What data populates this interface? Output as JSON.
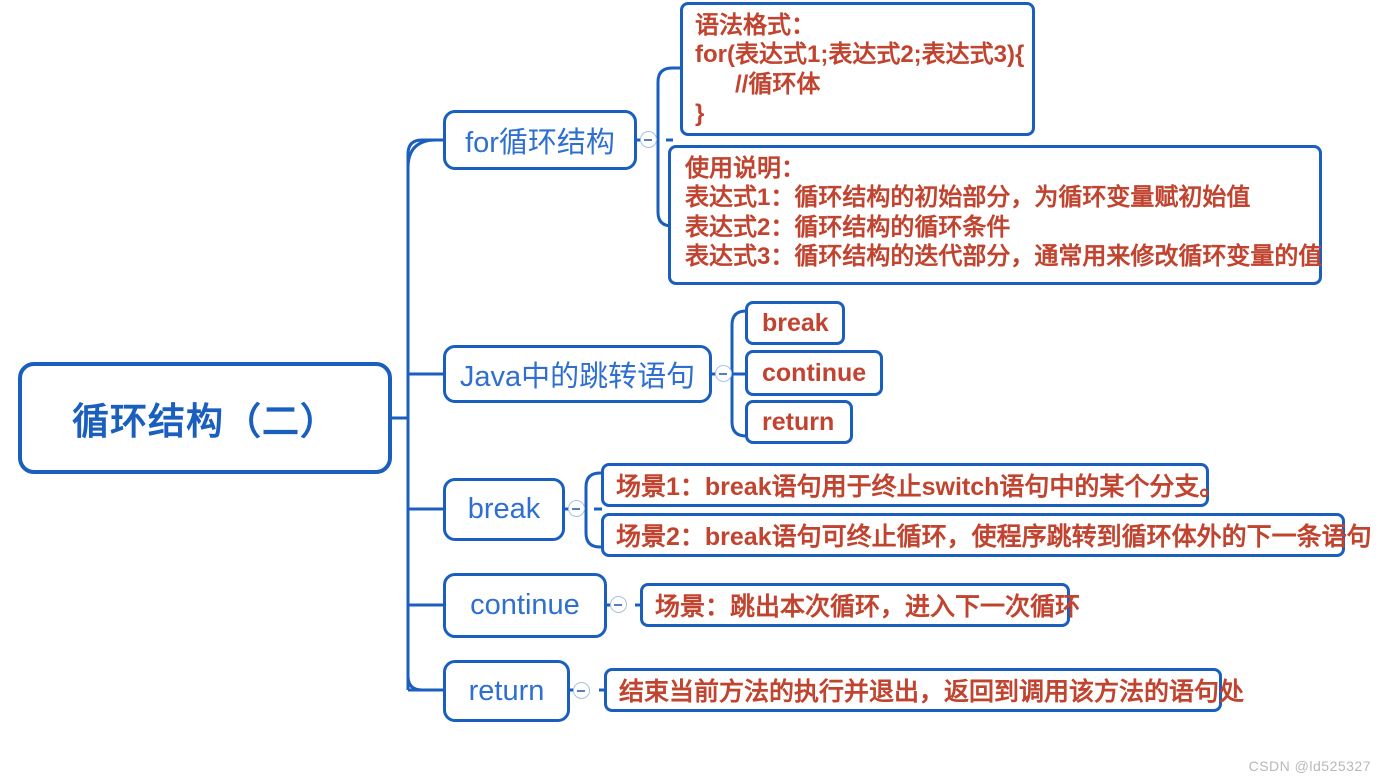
{
  "diagram": {
    "type": "mindmap",
    "title": "循环结构（二）",
    "root": {
      "label": "循环结构（二）"
    },
    "branches": [
      {
        "label": "for循环结构",
        "toggle": "collapse-toggle-minus",
        "children": [
          {
            "label": "语法格式：\nfor(表达式1;表达式2;表达式3){\n      //循环体\n}"
          },
          {
            "label": "使用说明：\n表达式1：循环结构的初始部分，为循环变量赋初始值\n表达式2：循环结构的循环条件\n表达式3：循环结构的迭代部分，通常用来修改循环变量的值"
          }
        ]
      },
      {
        "label": "Java中的跳转语句",
        "toggle": "collapse-toggle-minus",
        "children": [
          {
            "label": "break"
          },
          {
            "label": "continue"
          },
          {
            "label": "return"
          }
        ]
      },
      {
        "label": "break",
        "toggle": "collapse-toggle-minus",
        "children": [
          {
            "label": "场景1：break语句用于终止switch语句中的某个分支。"
          },
          {
            "label": "场景2：break语句可终止循环，使程序跳转到循环体外的下一条语句"
          }
        ]
      },
      {
        "label": "continue",
        "toggle": "collapse-toggle-minus",
        "children": [
          {
            "label": "场景：跳出本次循环，进入下一次循环"
          }
        ]
      },
      {
        "label": "return",
        "toggle": "collapse-toggle-minus",
        "children": [
          {
            "label": "结束当前方法的执行并退出，返回到调用该方法的语句处"
          }
        ]
      }
    ]
  },
  "colors": {
    "node_border": "#1a5fbe",
    "branch_text": "#2f6fd0",
    "leaf_text": "#c0442f",
    "connector": "#1a5fbe",
    "background": "#ffffff",
    "watermark": "#b8b8b8"
  },
  "watermark": {
    "text": "CSDN @ld525327"
  }
}
